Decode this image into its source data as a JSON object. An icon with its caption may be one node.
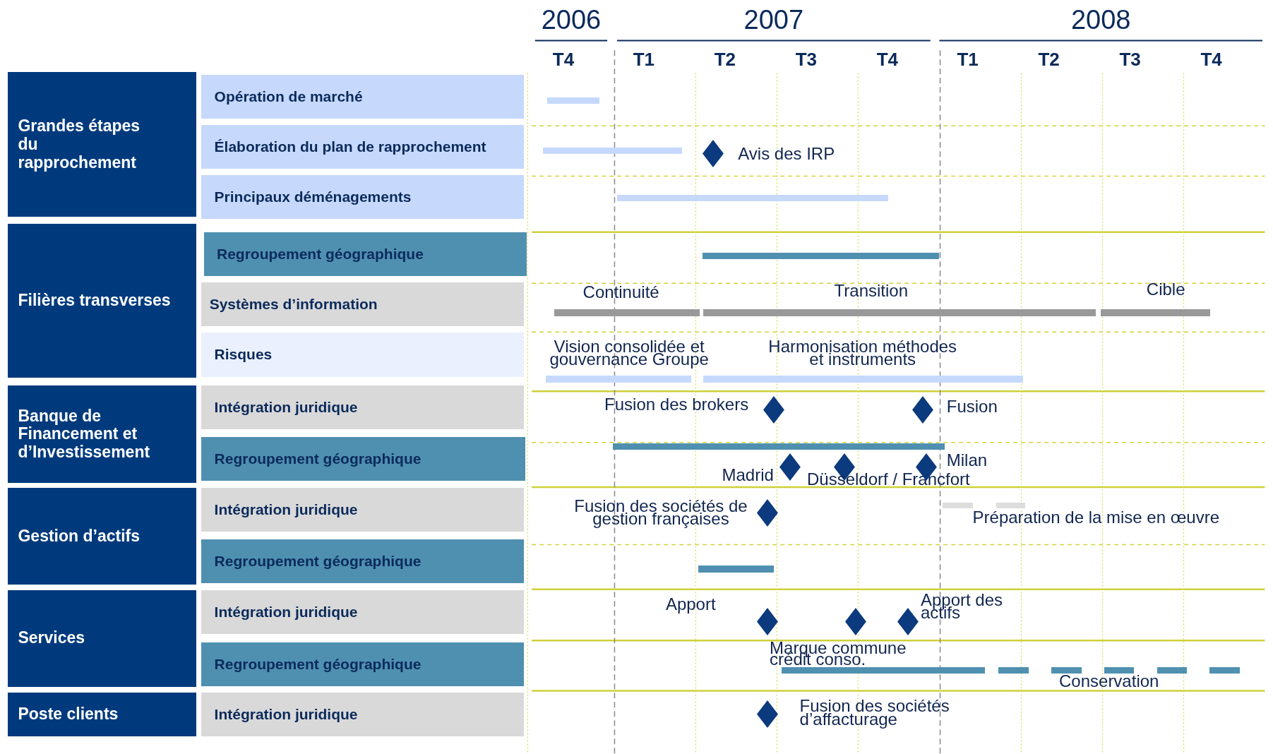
{
  "diagram": {
    "nodes": [
      {
        "text": [
          "Grandes étapes du rapprochement"
        ]
      },
      {
        "text": [
          "Opération de marché"
        ]
      },
      {
        "text": [
          "Élaboration du plan de rapprochement"
        ]
      },
      {
        "text": [
          "Principaux déménagements"
        ]
      },
      {
        "text": [
          "Filières transverses"
        ]
      },
      {
        "text": [
          "Regroupement géographique"
        ]
      },
      {
        "text": [
          "Systèmes d’information"
        ]
      },
      {
        "text": [
          "Risques"
        ]
      },
      {
        "text": [
          "Banque de Financement et d’Investissement"
        ]
      },
      {
        "text": [
          "Intégration juridique"
        ]
      },
      {
        "text": [
          "Regroupement géographique"
        ]
      },
      {
        "text": [
          "Gestion d’actifs"
        ]
      },
      {
        "text": [
          "Intégration juridique"
        ]
      },
      {
        "text": [
          "Regroupement géographique"
        ]
      },
      {
        "text": [
          "Services"
        ]
      },
      {
        "text": [
          "Intégration juridique"
        ]
      },
      {
        "text": [
          "Regroupement géographique"
        ]
      },
      {
        "text": [
          "Poste clients"
        ]
      },
      {
        "text": [
          "Intégration juridique"
        ]
      },
      {
        "text": [],
        "shape": "bar"
      },
      {
        "text": [],
        "shape": "bar"
      },
      {
        "text": [],
        "shape": "diamond",
        "beside": [
          "Avis des IRP"
        ]
      },
      {
        "text": [],
        "shape": "bar"
      },
      {
        "text": [],
        "shape": "bar"
      },
      {
        "text": [],
        "shape": "bar",
        "beside": [
          "Continuité"
        ]
      },
      {
        "text": [],
        "shape": "bar",
        "beside": [
          "Transition"
        ]
      },
      {
        "text": [],
        "shape": "bar",
        "beside": [
          "Cible"
        ]
      },
      {
        "text": [],
        "shape": "bar",
        "beside": [
          "Vision consolidée et gouvernance Groupe"
        ]
      },
      {
        "text": [],
        "shape": "bar",
        "beside": [
          "Harmonisation méthodes et instruments"
        ]
      },
      {
        "text": [],
        "shape": "diamond",
        "beside": [
          "Fusion des brokers"
        ]
      },
      {
        "text": [],
        "shape": "diamond",
        "beside": [
          "Fusion"
        ]
      },
      {
        "text": [],
        "shape": "bar"
      },
      {
        "text": [],
        "shape": "diamond",
        "beside": [
          "Madrid"
        ]
      },
      {
        "text": [],
        "shape": "diamond",
        "beside": [
          "Düsseldorf / Francfort"
        ]
      },
      {
        "text": [],
        "shape": "diamond",
        "beside": [
          "Milan"
        ]
      },
      {
        "text": [],
        "shape": "diamond",
        "beside": [
          "Fusion des sociétés de gestion françaises"
        ]
      },
      {
        "text": [],
        "shape": "bar"
      },
      {
        "text": [],
        "shape": "bar",
        "beside": [
          "Préparation de la mise en œuvre"
        ]
      },
      {
        "text": [],
        "shape": "bar"
      },
      {
        "text": [],
        "shape": "diamond",
        "beside": [
          "Apport"
        ]
      },
      {
        "text": [],
        "shape": "diamond",
        "beside": [
          "Marque commune crédit conso."
        ]
      },
      {
        "text": [],
        "shape": "diamond",
        "beside": [
          "Apport des actifs"
        ]
      },
      {
        "text": [],
        "shape": "bar"
      },
      {
        "text": [],
        "shape": "bar"
      },
      {
        "text": [],
        "shape": "bar"
      },
      {
        "text": [],
        "shape": "bar",
        "beside": [
          "Conservation"
        ]
      },
      {
        "text": [],
        "shape": "bar"
      },
      {
        "text": [],
        "shape": "bar"
      },
      {
        "text": [],
        "shape": "diamond",
        "beside": [
          "Fusion des sociétés d’affacturage"
        ]
      }
    ],
    "labels": [
      "2006",
      "2007",
      "2008",
      "T4",
      "T1",
      "T2",
      "T3",
      "T4",
      "T1",
      "T2",
      "T3",
      "T4"
    ]
  }
}
